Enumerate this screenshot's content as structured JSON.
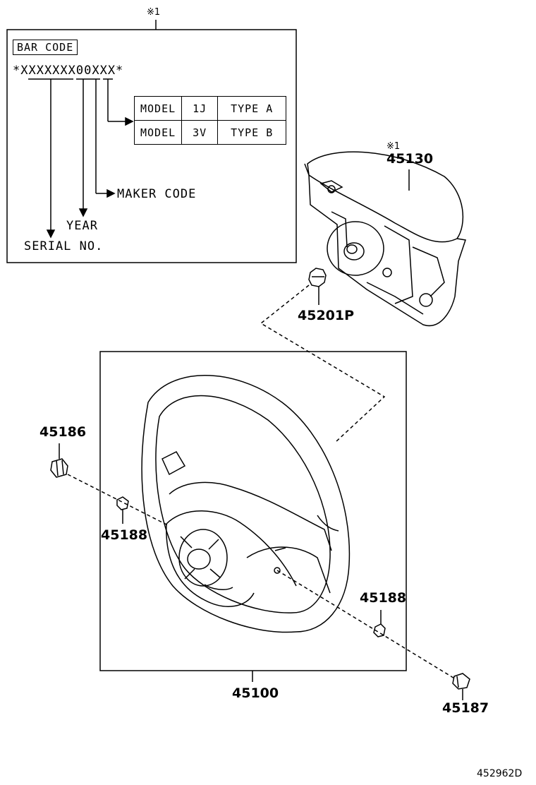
{
  "barcode_panel": {
    "note_mark": "※1",
    "bar_code_label": "BAR CODE",
    "barcode_string": "*XXXXXXX00XXX*",
    "maker_code_label": "MAKER CODE",
    "year_label": "YEAR",
    "serial_no_label": "SERIAL NO.",
    "model_table": [
      {
        "model": "MODEL",
        "code": "1J",
        "type": "TYPE A"
      },
      {
        "model": "MODEL",
        "code": "3V",
        "type": "TYPE B"
      }
    ]
  },
  "parts": {
    "airbag_note": "※1",
    "airbag": "45130",
    "nut": "45201P",
    "wheel": "45100",
    "cover_left": "45186",
    "screw_left": "45188",
    "screw_right": "45188",
    "cover_right": "45187"
  },
  "figure_id": "452962D"
}
